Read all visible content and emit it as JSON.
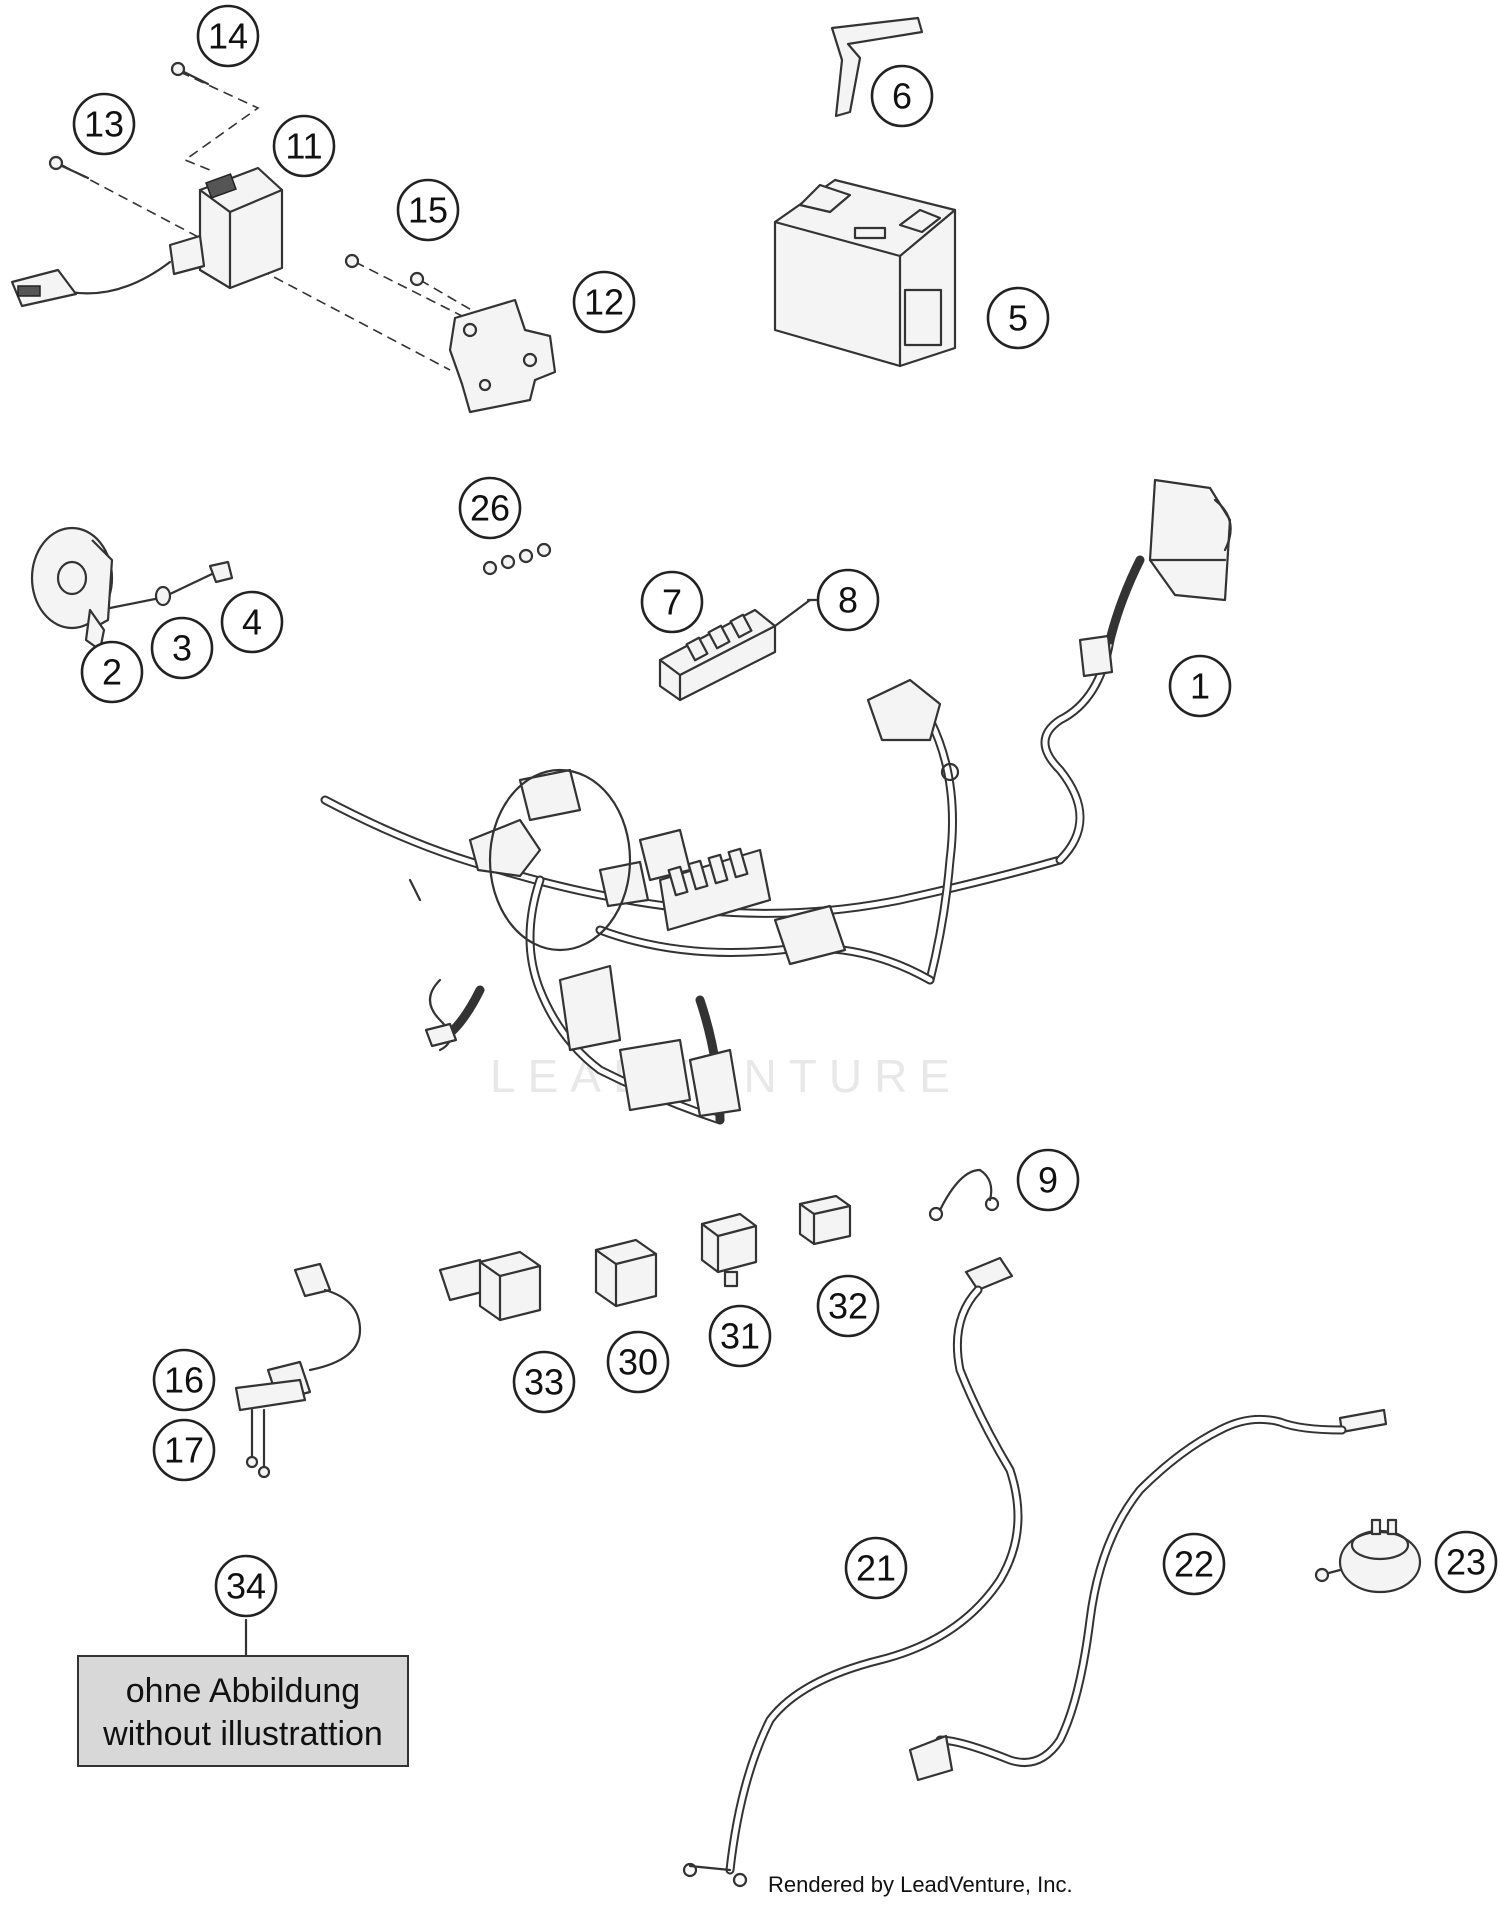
{
  "callouts": [
    {
      "label": "1"
    },
    {
      "label": "2"
    },
    {
      "label": "3"
    },
    {
      "label": "4"
    },
    {
      "label": "5"
    },
    {
      "label": "6"
    },
    {
      "label": "7"
    },
    {
      "label": "8"
    },
    {
      "label": "9"
    },
    {
      "label": "11"
    },
    {
      "label": "12"
    },
    {
      "label": "13"
    },
    {
      "label": "14"
    },
    {
      "label": "15"
    },
    {
      "label": "16"
    },
    {
      "label": "17"
    },
    {
      "label": "21"
    },
    {
      "label": "22"
    },
    {
      "label": "23"
    },
    {
      "label": "26"
    },
    {
      "label": "30"
    },
    {
      "label": "31"
    },
    {
      "label": "32"
    },
    {
      "label": "33"
    },
    {
      "label": "34"
    }
  ],
  "note": {
    "line1": "ohne Abbildung",
    "line2": "without illustrattion"
  },
  "watermark": "LEADVENTURE",
  "credit": "Rendered by LeadVenture, Inc."
}
